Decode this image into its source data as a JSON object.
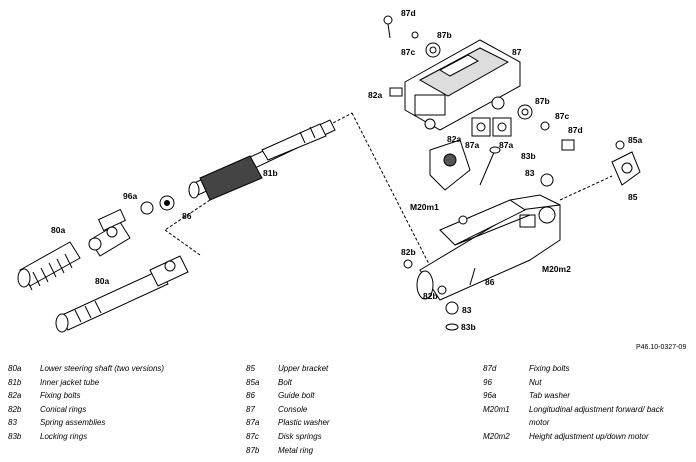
{
  "labels": {
    "l87d_top": "87d",
    "l87b_top": "87b",
    "l87c_top": "87c",
    "l87": "87",
    "l82a_top": "82a",
    "l87b_right": "87b",
    "l87c_right": "87c",
    "l87d_right": "87d",
    "l85a": "85a",
    "l85": "85",
    "l82a_mid": "82a",
    "l87a_left": "87a",
    "l87a_right": "87a",
    "l83b_mid": "83b",
    "l83_mid": "83",
    "l81b": "81b",
    "l96a": "96a",
    "l86_left": "86",
    "l80a_top": "80a",
    "l80a_bot": "80a",
    "lM20m1": "M20m1",
    "lM20m2": "M20m2",
    "l82b_mid": "82b",
    "l86_right": "86",
    "l82b_low": "82b",
    "l83_low": "83",
    "l83b_low": "83b"
  },
  "reference": "P46.10-0327-09",
  "legend": {
    "col1": [
      {
        "key": "80a",
        "value": "Lower steering shaft (two versions)"
      },
      {
        "key": "81b",
        "value": "Inner jacket tube"
      },
      {
        "key": "82a",
        "value": "Fixing bolts"
      },
      {
        "key": "82b",
        "value": "Conical rings"
      },
      {
        "key": "83",
        "value": "Spring assemblies"
      },
      {
        "key": "83b",
        "value": "Locking rings"
      }
    ],
    "col2": [
      {
        "key": "85",
        "value": "Upper bracket"
      },
      {
        "key": "85a",
        "value": "Bolt"
      },
      {
        "key": "86",
        "value": "Guide bolt"
      },
      {
        "key": "87",
        "value": "Console"
      },
      {
        "key": "87a",
        "value": "Plastic washer"
      },
      {
        "key": "87c",
        "value": "Disk springs"
      },
      {
        "key": "87b",
        "value": "Metal ring"
      }
    ],
    "col3": [
      {
        "key": "87d",
        "value": "Fixing bolts"
      },
      {
        "key": "96",
        "value": "Nut"
      },
      {
        "key": "96a",
        "value": "Tab washer"
      },
      {
        "key": "M20m1",
        "value": "Longitudinal adjustment forward/ back motor"
      },
      {
        "key": "M20m2",
        "value": "Height adjustment up/down motor"
      }
    ]
  }
}
